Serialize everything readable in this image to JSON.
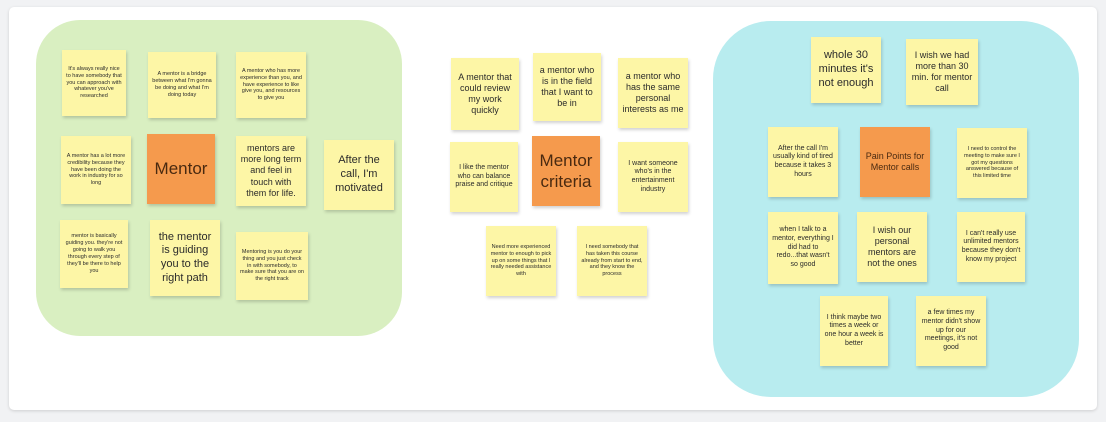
{
  "groups": {
    "mentor": {
      "notes": [
        "It's always really nice to have somebody that you can approach with whatever you've researched",
        "A mentor is a bridge between what I'm gonna be doing and what I'm doing today",
        "A mentor who has more experience than you, and have experience to like give you, and resources to give you",
        "A mentor has a lot more credibility because they have been doing the work in industry for so long",
        "Mentor",
        "mentors are more long term and feel in touch with them for life.",
        "After the call,  I'm motivated",
        "mentor is basically guiding you. they're not going to walk you through every step of they'll be there to help you",
        "the mentor is guiding you to the right path",
        "Mentoring is you do your thing and you just check in with somebody, to make sure that you are on the right track"
      ]
    },
    "criteria": {
      "notes": [
        "A mentor that could review my work quickly",
        "a mentor who is in the field that I want to be in",
        "a mentor who has the same personal interests as me",
        "I like the mentor who can balance praise and critique",
        "Mentor criteria",
        "I want someone who's in the entertainment industry",
        "Need more experienced mentor to enough to pick up on some things that I really needed assistance with",
        "I need somebody that has taken this course already from start to end, and they know the process"
      ]
    },
    "pain": {
      "notes": [
        "whole 30 minutes it's not enough",
        "I wish we had more than 30 min. for mentor call",
        "After the call I'm usually kind of tired because it takes 3 hours",
        "Pain Points for Mentor calls",
        "I need to control the meeting to make sure I got my questions answered because of this limited time",
        "when I talk to a mentor, everything I did had to redo...that wasn't so good",
        "I wish our personal mentors are not the ones",
        "I can't really use unlimited mentors because they don't know my project",
        "I think maybe two times a week or one hour a week is better",
        "a few times my mentor didn't show up for our meetings, it's not good"
      ]
    }
  },
  "colors": {
    "sticky_yellow": "#fdf6a6",
    "sticky_orange": "#f59a4d",
    "cluster_green": "#d9efc1",
    "cluster_cyan": "#b8ecef"
  }
}
